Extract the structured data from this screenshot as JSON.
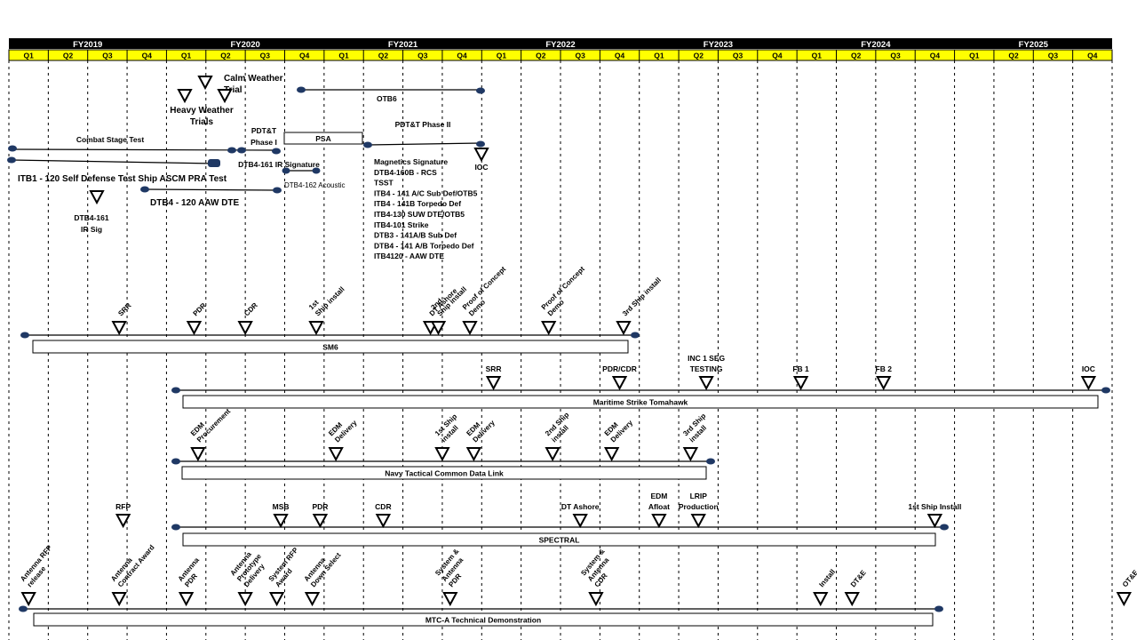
{
  "timeline": {
    "fiscal_years": [
      "FY2019",
      "FY2020",
      "FY2021",
      "FY2022",
      "FY2023",
      "FY2024",
      "FY2025"
    ],
    "quarters": [
      "Q1",
      "Q2",
      "Q3",
      "Q4"
    ],
    "colors": {
      "header_bg": "#000000",
      "header_text": "#ffffff",
      "quarter_bg": "#ffff00",
      "dot": "#1f3864"
    }
  },
  "top_section": {
    "calm_weather": "Calm Weather\nTrial",
    "heavy_weather": "Heavy Weather\nTrials",
    "otb6": "OTB6",
    "pdtt_phase1": "PDT&T\nPhase I",
    "psa": "PSA",
    "pdtt_phase2": "PDT&T Phase II",
    "combat_stage_test": "Combat Stage Test",
    "dtb4_161_ir": "DTB4-161 IR Signature",
    "dtb4_162_acoustic": "DTB4-162 Acoustic",
    "itb1_120": "ITB1 - 120 Self Defense Test Ship ASCM PRA Test",
    "dtb4_120_aaw": "DTB4 - 120 AAW DTE",
    "dtb4_161_irsig": "DTB4-161\nIR Sig",
    "ioc": "IOC",
    "test_list": [
      "Magnetics Signature",
      "DTB4-160B - RCS",
      "TSST",
      "ITB4 - 141 A/C Sub Def/OTB5",
      "ITB4 - 141B Torpedo Def",
      "ITB4-130 SUW DTE/OTB5",
      "ITB4-101 Strike",
      "DTB3 - 141A/B Sub Def",
      "DTB4 - 141 A/B Torpedo Def",
      "ITB4120 - AAW DTE"
    ]
  },
  "programs": [
    {
      "name": "SM6",
      "milestones": [
        {
          "label": "SRR",
          "fy": 2019,
          "q": 3.3
        },
        {
          "label": "PDR",
          "fy": 2020,
          "q": 1.2
        },
        {
          "label": "CDR",
          "fy": 2020,
          "q": 2.5
        },
        {
          "label": "1st\nShip install",
          "fy": 2020,
          "q": 4.3
        },
        {
          "label": "DT Ashore",
          "fy": 2021,
          "q": 3.2
        },
        {
          "label": "2nd\nShip install",
          "fy": 2021,
          "q": 3.4
        },
        {
          "label": "Proof of Concept\nDemo",
          "fy": 2021,
          "q": 4.2
        },
        {
          "label": "Proof of Concept\nDemo",
          "fy": 2022,
          "q": 2.2
        },
        {
          "label": "3rd Ship install",
          "fy": 2022,
          "q": 4.1
        }
      ]
    },
    {
      "name": "Maritime Strike Tomahawk",
      "milestones": [
        {
          "label": "SRR",
          "fy": 2021,
          "q": 4.8
        },
        {
          "label": "PDR/CDR",
          "fy": 2022,
          "q": 4.0
        },
        {
          "label": "INC 1 SEG\nTESTING",
          "fy": 2023,
          "q": 2.2
        },
        {
          "label": "FB 1",
          "fy": 2023,
          "q": 4.6
        },
        {
          "label": "FB 2",
          "fy": 2024,
          "q": 2.7
        },
        {
          "label": "IOC",
          "fy": 2025,
          "q": 3.9
        }
      ]
    },
    {
      "name": "Navy Tactical Common Data Link",
      "milestones": [
        {
          "label": "EDM\nProcurement",
          "fy": 2020,
          "q": 1.3
        },
        {
          "label": "EDM\nDelivery",
          "fy": 2020,
          "q": 4.8
        },
        {
          "label": "1st Ship\ninstall",
          "fy": 2021,
          "q": 3.5
        },
        {
          "label": "EDM\nDelivery",
          "fy": 2021,
          "q": 4.3
        },
        {
          "label": "2nd Ship\ninstall",
          "fy": 2022,
          "q": 2.3
        },
        {
          "label": "EDM\nDelivery",
          "fy": 2022,
          "q": 3.8
        },
        {
          "label": "3rd Ship\ninstall",
          "fy": 2023,
          "q": 1.8
        }
      ]
    },
    {
      "name": "SPECTRAL",
      "milestones": [
        {
          "label": "RFP",
          "fy": 2019,
          "q": 3.4
        },
        {
          "label": "MSB",
          "fy": 2020,
          "q": 3.4
        },
        {
          "label": "PDR",
          "fy": 2020,
          "q": 4.4
        },
        {
          "label": "CDR",
          "fy": 2021,
          "q": 2.0
        },
        {
          "label": "DT Ashore",
          "fy": 2022,
          "q": 3.0
        },
        {
          "label": "EDM\nAfloat",
          "fy": 2023,
          "q": 1.0
        },
        {
          "label": "LRIP\nProduction",
          "fy": 2023,
          "q": 2.0
        },
        {
          "label": "1st Ship Install",
          "fy": 2024,
          "q": 4.0
        }
      ]
    },
    {
      "name": "MTC-A Technical Demonstration",
      "milestones": [
        {
          "label": "Antenna RFP\nrelease",
          "fy": 2019,
          "q": 1.0
        },
        {
          "label": "Antenna\nContract Award",
          "fy": 2019,
          "q": 3.3
        },
        {
          "label": "Antenna\nPDR",
          "fy": 2020,
          "q": 1.0
        },
        {
          "label": "Antenna\nPrototype\nDelivery",
          "fy": 2020,
          "q": 2.5
        },
        {
          "label": "System RFP\nAward",
          "fy": 2020,
          "q": 3.3
        },
        {
          "label": "Antenna\nDown Select",
          "fy": 2020,
          "q": 4.2
        },
        {
          "label": "System &\nAntenna\nPDR",
          "fy": 2021,
          "q": 3.7
        },
        {
          "label": "System &\nAntenna\nCDR",
          "fy": 2022,
          "q": 3.4
        },
        {
          "label": "Install",
          "fy": 2024,
          "q": 1.1
        },
        {
          "label": "DT&E",
          "fy": 2024,
          "q": 1.9
        },
        {
          "label": "OT&E",
          "fy": 2025,
          "q": 4.8
        }
      ]
    }
  ]
}
